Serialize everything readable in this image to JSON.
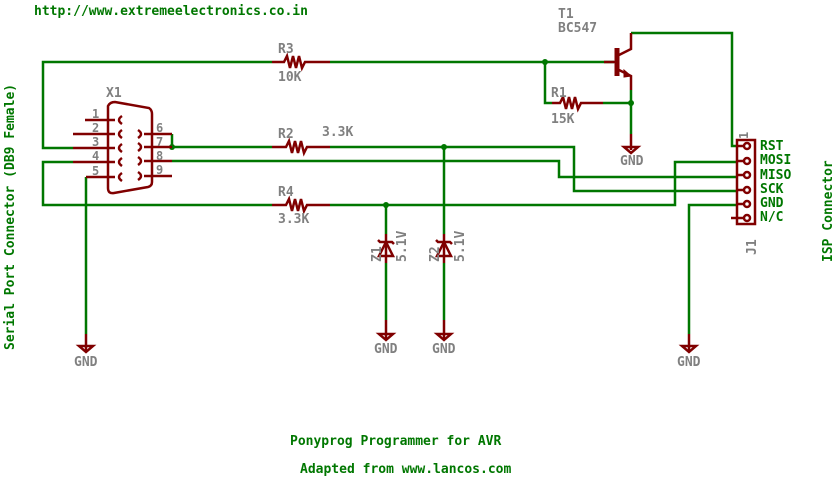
{
  "header": {
    "url": "http://www.extremeelectronics.co.in"
  },
  "side_labels": {
    "left": "Serial Port Connector (DB9 Female)",
    "right": "ISP Connector"
  },
  "footer": {
    "title": "Ponyprog Programmer for AVR",
    "credit": "Adapted from www.lancos.com"
  },
  "components": {
    "x1": {
      "ref": "X1",
      "pins_left": [
        "1",
        "2",
        "3",
        "4",
        "5"
      ],
      "pins_right": [
        "6",
        "7",
        "8",
        "9"
      ]
    },
    "t1": {
      "ref": "T1",
      "value": "BC547"
    },
    "r1": {
      "ref": "R1",
      "value": "15K"
    },
    "r2": {
      "ref": "R2",
      "value": "3.3K"
    },
    "r3": {
      "ref": "R3",
      "value": "10K"
    },
    "r4": {
      "ref": "R4",
      "value": "3.3K"
    },
    "z1": {
      "ref": "Z1",
      "value": "5.1V"
    },
    "z2": {
      "ref": "Z2",
      "value": "5.1V"
    },
    "j1": {
      "ref": "J1",
      "pin1": "1",
      "pins": [
        "RST",
        "MOSI",
        "MISO",
        "SCK",
        "GND",
        "N/C"
      ]
    }
  },
  "ground_label": "GND",
  "colors": {
    "wire": "#007700",
    "part": "#800000",
    "label": "#808080",
    "note": "#007700"
  }
}
